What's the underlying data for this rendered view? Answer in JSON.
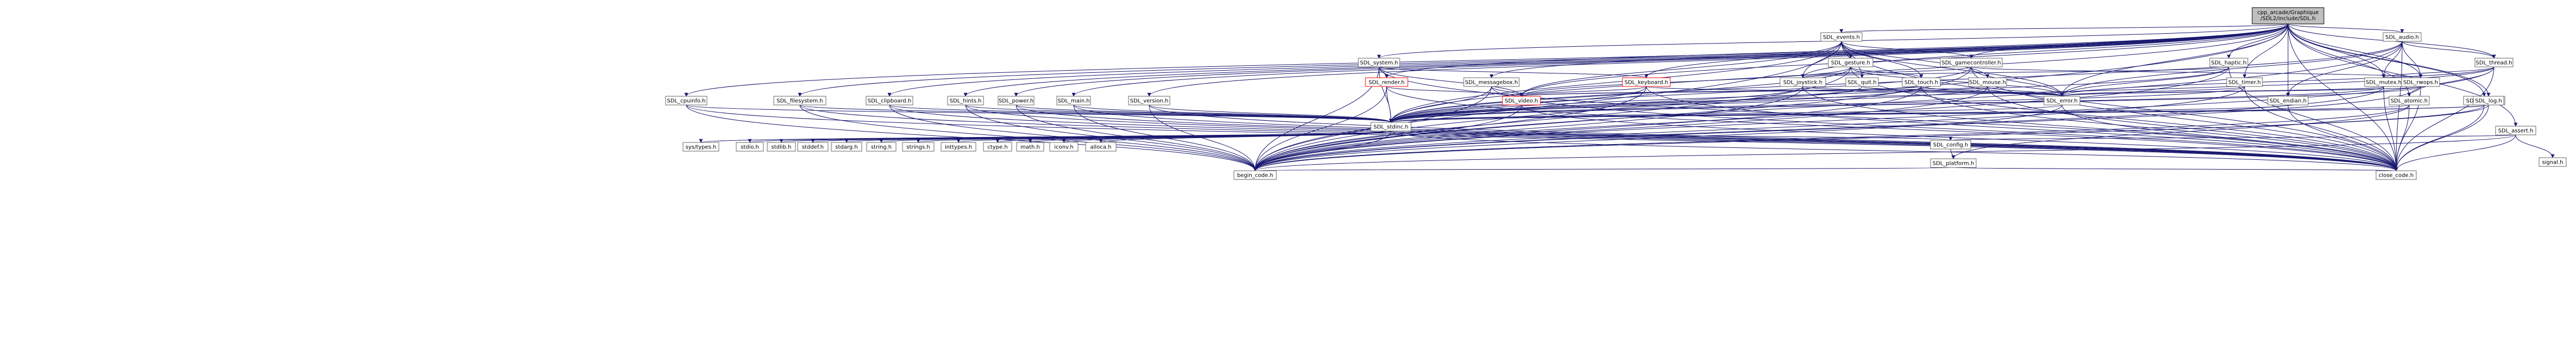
{
  "diagram": {
    "root": {
      "line1": "cpp_arcade/Graphique",
      "line2": "/SDL2/include/SDL.h"
    },
    "nodes": {
      "sdl_events": "SDL_events.h",
      "sdl_audio": "SDL_audio.h",
      "sdl_system": "SDL_system.h",
      "sdl_gesture": "SDL_gesture.h",
      "sdl_gamecontroller": "SDL_gamecontroller.h",
      "sdl_haptic": "SDL_haptic.h",
      "sdl_thread": "SDL_thread.h",
      "sdl_render": "SDL_render.h",
      "sdl_messagebox": "SDL_messagebox.h",
      "sdl_keyboard": "SDL_keyboard.h",
      "sdl_joystick": "SDL_joystick.h",
      "sdl_quit": "SDL_quit.h",
      "sdl_touch": "SDL_touch.h",
      "sdl_mouse": "SDL_mouse.h",
      "sdl_mutex": "SDL_mutex.h",
      "sdl_rwops": "SDL_rwops.h",
      "sdl_timer": "SDL_timer.h",
      "sdl_hints": "SDL_hints.h",
      "sdl_loadso": "SDL_loadso.h",
      "sdl_cpuinfo": "SDL_cpuinfo.h",
      "sdl_filesystem": "SDL_filesystem.h",
      "sdl_clipboard": "SDL_clipboard.h",
      "sdl_power": "SDL_power.h",
      "sdl_main": "SDL_main.h",
      "sdl_version": "SDL_version.h",
      "sdl_video": "SDL_video.h",
      "sdl_error": "SDL_error.h",
      "sdl_endian": "SDL_endian.h",
      "sdl_atomic": "SDL_atomic.h",
      "sdl_log": "SDL_log.h",
      "sdl_assert": "SDL_assert.h",
      "sdl_stdinc": "SDL_stdinc.h",
      "sdl_config": "SDL_config.h",
      "sdl_platform": "SDL_platform.h",
      "begin_code": "begin_code.h",
      "close_code": "close_code.h",
      "sys_types": "sys/types.h",
      "stdio": "stdio.h",
      "stdlib": "stdlib.h",
      "stddef": "stddef.h",
      "stdarg": "stdarg.h",
      "string": "string.h",
      "strings": "strings.h",
      "inttypes": "inttypes.h",
      "ctype": "ctype.h",
      "math": "math.h",
      "iconv": "iconv.h",
      "alloca": "alloca.h",
      "signal": "signal.h"
    },
    "red_nodes": [
      "sdl_render",
      "sdl_keyboard",
      "sdl_video"
    ],
    "edges": [
      [
        "root",
        "sdl_events"
      ],
      [
        "root",
        "sdl_audio"
      ],
      [
        "root",
        "sdl_system"
      ],
      [
        "root",
        "sdl_gamecontroller"
      ],
      [
        "root",
        "sdl_haptic"
      ],
      [
        "root",
        "sdl_thread"
      ],
      [
        "root",
        "sdl_render"
      ],
      [
        "root",
        "sdl_messagebox"
      ],
      [
        "root",
        "sdl_joystick"
      ],
      [
        "root",
        "sdl_mutex"
      ],
      [
        "root",
        "sdl_rwops"
      ],
      [
        "root",
        "sdl_timer"
      ],
      [
        "root",
        "sdl_hints"
      ],
      [
        "root",
        "sdl_loadso"
      ],
      [
        "root",
        "sdl_cpuinfo"
      ],
      [
        "root",
        "sdl_filesystem"
      ],
      [
        "root",
        "sdl_clipboard"
      ],
      [
        "root",
        "sdl_power"
      ],
      [
        "root",
        "sdl_main"
      ],
      [
        "root",
        "sdl_version"
      ],
      [
        "root",
        "sdl_video"
      ],
      [
        "root",
        "sdl_error"
      ],
      [
        "root",
        "sdl_endian"
      ],
      [
        "root",
        "sdl_atomic"
      ],
      [
        "root",
        "sdl_log"
      ],
      [
        "root",
        "sdl_assert"
      ],
      [
        "root",
        "sdl_stdinc"
      ],
      [
        "root",
        "begin_code"
      ],
      [
        "root",
        "close_code"
      ],
      [
        "sdl_events",
        "sdl_gesture"
      ],
      [
        "sdl_events",
        "sdl_gamecontroller"
      ],
      [
        "sdl_events",
        "sdl_keyboard"
      ],
      [
        "sdl_events",
        "sdl_joystick"
      ],
      [
        "sdl_events",
        "sdl_quit"
      ],
      [
        "sdl_events",
        "sdl_touch"
      ],
      [
        "sdl_events",
        "sdl_mouse"
      ],
      [
        "sdl_events",
        "sdl_video"
      ],
      [
        "sdl_events",
        "sdl_error"
      ],
      [
        "sdl_events",
        "sdl_stdinc"
      ],
      [
        "sdl_events",
        "begin_code"
      ],
      [
        "sdl_events",
        "close_code"
      ],
      [
        "sdl_audio",
        "sdl_thread"
      ],
      [
        "sdl_audio",
        "sdl_mutex"
      ],
      [
        "sdl_audio",
        "sdl_rwops"
      ],
      [
        "sdl_audio",
        "sdl_error"
      ],
      [
        "sdl_audio",
        "sdl_endian"
      ],
      [
        "sdl_audio",
        "sdl_stdinc"
      ],
      [
        "sdl_audio",
        "begin_code"
      ],
      [
        "sdl_audio",
        "close_code"
      ],
      [
        "sdl_system",
        "sdl_render"
      ],
      [
        "sdl_system",
        "sdl_keyboard"
      ],
      [
        "sdl_system",
        "sdl_video"
      ],
      [
        "sdl_system",
        "sdl_stdinc"
      ],
      [
        "sdl_system",
        "begin_code"
      ],
      [
        "sdl_system",
        "close_code"
      ],
      [
        "sdl_gesture",
        "sdl_touch"
      ],
      [
        "sdl_gesture",
        "sdl_video"
      ],
      [
        "sdl_gesture",
        "sdl_stdinc"
      ],
      [
        "sdl_gesture",
        "sdl_error"
      ],
      [
        "sdl_gesture",
        "begin_code"
      ],
      [
        "sdl_gesture",
        "close_code"
      ],
      [
        "sdl_gamecontroller",
        "sdl_joystick"
      ],
      [
        "sdl_gamecontroller",
        "sdl_rwops"
      ],
      [
        "sdl_gamecontroller",
        "sdl_error"
      ],
      [
        "sdl_gamecontroller",
        "sdl_stdinc"
      ],
      [
        "sdl_gamecontroller",
        "begin_code"
      ],
      [
        "sdl_gamecontroller",
        "close_code"
      ],
      [
        "sdl_haptic",
        "sdl_joystick"
      ],
      [
        "sdl_haptic",
        "sdl_error"
      ],
      [
        "sdl_haptic",
        "sdl_stdinc"
      ],
      [
        "sdl_haptic",
        "begin_code"
      ],
      [
        "sdl_haptic",
        "close_code"
      ],
      [
        "sdl_thread",
        "sdl_mutex"
      ],
      [
        "sdl_thread",
        "sdl_atomic"
      ],
      [
        "sdl_thread",
        "sdl_error"
      ],
      [
        "sdl_thread",
        "sdl_stdinc"
      ],
      [
        "sdl_thread",
        "begin_code"
      ],
      [
        "sdl_thread",
        "close_code"
      ],
      [
        "sdl_render",
        "sdl_video"
      ],
      [
        "sdl_render",
        "sdl_stdinc"
      ],
      [
        "sdl_render",
        "begin_code"
      ],
      [
        "sdl_render",
        "close_code"
      ],
      [
        "sdl_messagebox",
        "sdl_video"
      ],
      [
        "sdl_messagebox",
        "sdl_stdinc"
      ],
      [
        "sdl_messagebox",
        "begin_code"
      ],
      [
        "sdl_messagebox",
        "close_code"
      ],
      [
        "sdl_keyboard",
        "sdl_video"
      ],
      [
        "sdl_keyboard",
        "sdl_error"
      ],
      [
        "sdl_keyboard",
        "sdl_stdinc"
      ],
      [
        "sdl_keyboard",
        "begin_code"
      ],
      [
        "sdl_keyboard",
        "close_code"
      ],
      [
        "sdl_joystick",
        "sdl_error"
      ],
      [
        "sdl_joystick",
        "sdl_stdinc"
      ],
      [
        "sdl_joystick",
        "begin_code"
      ],
      [
        "sdl_joystick",
        "close_code"
      ],
      [
        "sdl_quit",
        "sdl_stdinc"
      ],
      [
        "sdl_quit",
        "sdl_error"
      ],
      [
        "sdl_touch",
        "sdl_video"
      ],
      [
        "sdl_touch",
        "sdl_error"
      ],
      [
        "sdl_touch",
        "sdl_stdinc"
      ],
      [
        "sdl_touch",
        "begin_code"
      ],
      [
        "sdl_touch",
        "close_code"
      ],
      [
        "sdl_mouse",
        "sdl_video"
      ],
      [
        "sdl_mouse",
        "sdl_error"
      ],
      [
        "sdl_mouse",
        "sdl_stdinc"
      ],
      [
        "sdl_mouse",
        "begin_code"
      ],
      [
        "sdl_mouse",
        "close_code"
      ],
      [
        "sdl_mutex",
        "sdl_error"
      ],
      [
        "sdl_mutex",
        "sdl_stdinc"
      ],
      [
        "sdl_mutex",
        "begin_code"
      ],
      [
        "sdl_mutex",
        "close_code"
      ],
      [
        "sdl_rwops",
        "sdl_error"
      ],
      [
        "sdl_rwops",
        "sdl_stdinc"
      ],
      [
        "sdl_rwops",
        "begin_code"
      ],
      [
        "sdl_rwops",
        "close_code"
      ],
      [
        "sdl_timer",
        "sdl_error"
      ],
      [
        "sdl_timer",
        "sdl_stdinc"
      ],
      [
        "sdl_timer",
        "begin_code"
      ],
      [
        "sdl_timer",
        "close_code"
      ],
      [
        "sdl_hints",
        "sdl_stdinc"
      ],
      [
        "sdl_hints",
        "begin_code"
      ],
      [
        "sdl_hints",
        "close_code"
      ],
      [
        "sdl_loadso",
        "sdl_stdinc"
      ],
      [
        "sdl_loadso",
        "begin_code"
      ],
      [
        "sdl_loadso",
        "close_code"
      ],
      [
        "sdl_cpuinfo",
        "sdl_stdinc"
      ],
      [
        "sdl_cpuinfo",
        "begin_code"
      ],
      [
        "sdl_cpuinfo",
        "close_code"
      ],
      [
        "sdl_filesystem",
        "sdl_stdinc"
      ],
      [
        "sdl_filesystem",
        "begin_code"
      ],
      [
        "sdl_filesystem",
        "close_code"
      ],
      [
        "sdl_clipboard",
        "sdl_stdinc"
      ],
      [
        "sdl_clipboard",
        "begin_code"
      ],
      [
        "sdl_clipboard",
        "close_code"
      ],
      [
        "sdl_power",
        "sdl_stdinc"
      ],
      [
        "sdl_power",
        "begin_code"
      ],
      [
        "sdl_power",
        "close_code"
      ],
      [
        "sdl_main",
        "sdl_stdinc"
      ],
      [
        "sdl_main",
        "begin_code"
      ],
      [
        "sdl_main",
        "close_code"
      ],
      [
        "sdl_version",
        "sdl_stdinc"
      ],
      [
        "sdl_version",
        "begin_code"
      ],
      [
        "sdl_version",
        "close_code"
      ],
      [
        "sdl_video",
        "sdl_stdinc"
      ],
      [
        "sdl_video",
        "begin_code"
      ],
      [
        "sdl_video",
        "close_code"
      ],
      [
        "sdl_error",
        "sdl_stdinc"
      ],
      [
        "sdl_error",
        "begin_code"
      ],
      [
        "sdl_error",
        "close_code"
      ],
      [
        "sdl_endian",
        "sdl_stdinc"
      ],
      [
        "sdl_endian",
        "close_code"
      ],
      [
        "sdl_atomic",
        "sdl_stdinc"
      ],
      [
        "sdl_atomic",
        "sdl_platform"
      ],
      [
        "sdl_atomic",
        "begin_code"
      ],
      [
        "sdl_atomic",
        "close_code"
      ],
      [
        "sdl_log",
        "sdl_stdinc"
      ],
      [
        "sdl_log",
        "begin_code"
      ],
      [
        "sdl_log",
        "close_code"
      ],
      [
        "sdl_assert",
        "sdl_config"
      ],
      [
        "sdl_assert",
        "begin_code"
      ],
      [
        "sdl_assert",
        "close_code"
      ],
      [
        "sdl_assert",
        "signal"
      ],
      [
        "sdl_stdinc",
        "sdl_config"
      ],
      [
        "sdl_stdinc",
        "sys_types"
      ],
      [
        "sdl_stdinc",
        "stdio"
      ],
      [
        "sdl_stdinc",
        "stdlib"
      ],
      [
        "sdl_stdinc",
        "stddef"
      ],
      [
        "sdl_stdinc",
        "stdarg"
      ],
      [
        "sdl_stdinc",
        "string"
      ],
      [
        "sdl_stdinc",
        "strings"
      ],
      [
        "sdl_stdinc",
        "inttypes"
      ],
      [
        "sdl_stdinc",
        "ctype"
      ],
      [
        "sdl_stdinc",
        "math"
      ],
      [
        "sdl_stdinc",
        "iconv"
      ],
      [
        "sdl_stdinc",
        "alloca"
      ],
      [
        "sdl_stdinc",
        "begin_code"
      ],
      [
        "sdl_stdinc",
        "close_code"
      ],
      [
        "sdl_config",
        "sdl_platform"
      ],
      [
        "sdl_platform",
        "begin_code"
      ],
      [
        "sdl_platform",
        "close_code"
      ]
    ]
  }
}
